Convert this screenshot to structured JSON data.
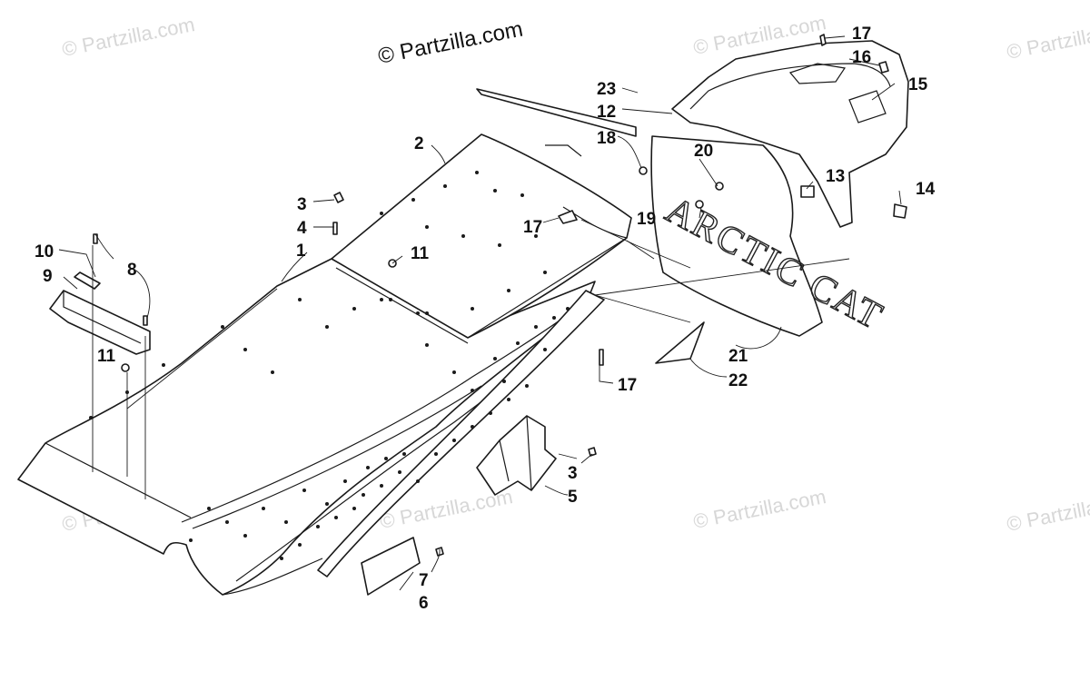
{
  "diagram": {
    "copyright": "© Partzilla.com",
    "watermark_text": "© Partzilla.com",
    "emblem_text": "ARCTIC CAT",
    "callouts": [
      "1",
      "2",
      "3",
      "3",
      "4",
      "5",
      "6",
      "7",
      "8",
      "9",
      "10",
      "11",
      "11",
      "12",
      "13",
      "14",
      "15",
      "16",
      "17",
      "17",
      "17",
      "17",
      "18",
      "19",
      "20",
      "21",
      "22",
      "23"
    ]
  },
  "colors": {
    "line": "#1a1a1a",
    "watermark": "#d7d7d7",
    "background": "#ffffff"
  }
}
